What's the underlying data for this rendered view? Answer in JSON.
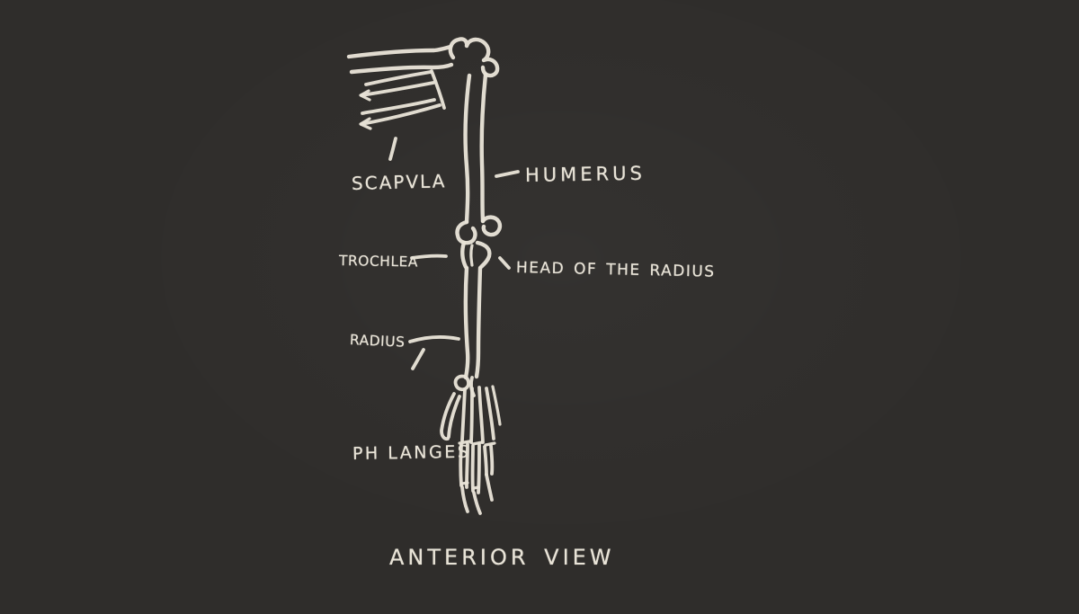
{
  "theme": {
    "background": "#2f2d2b",
    "background_edge": "#292726",
    "chalk": "#e8e3d7"
  },
  "labels": {
    "scapula": "SCAPVLA",
    "humerus": "HUMERUS",
    "trochlea": "TROCHLEA",
    "head_of_radius": "HEAD OF THE RADIUS",
    "radius": "RADIUS",
    "phalanges": "PH LANGES"
  },
  "caption": "ANTERIOR VIEW"
}
